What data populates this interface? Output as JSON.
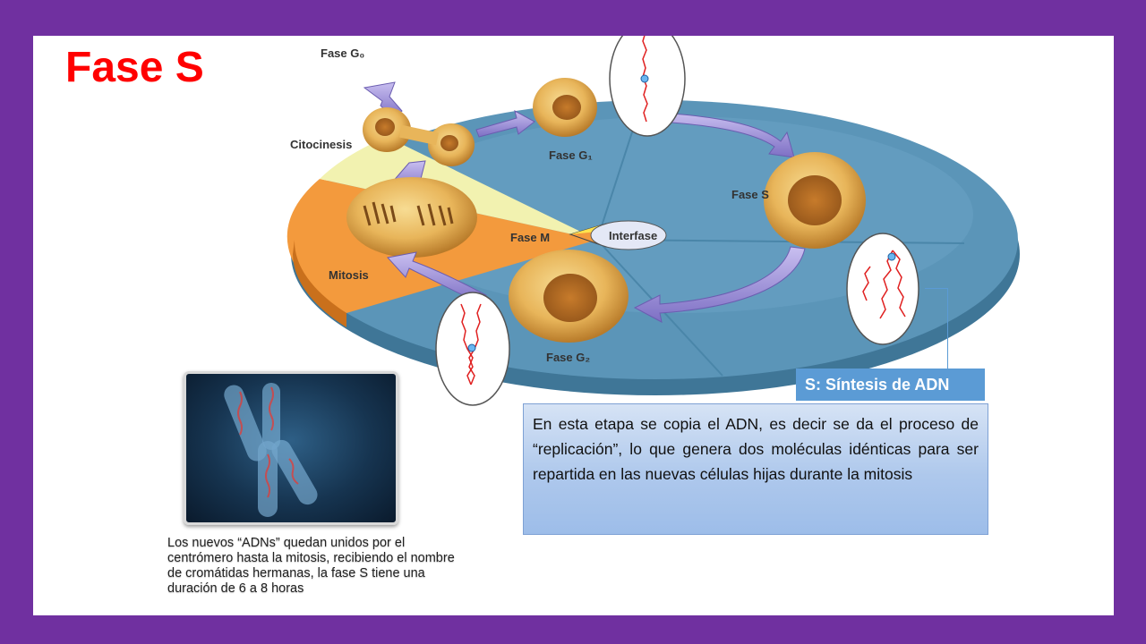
{
  "colors": {
    "frame": "#7030A0",
    "title": "#FF0000",
    "heading_box": "#5B9BD5",
    "text_box": "#9DC3E6",
    "disc": "#5B95B8",
    "mitosis_sector": "#F39A3D",
    "cytokinesis_sector": "#F2F2B0"
  },
  "slide": {
    "title": "Fase S"
  },
  "diagram": {
    "labels": {
      "g0": "Fase G₀",
      "g1": "Fase G₁",
      "s": "Fase S",
      "g2": "Fase G₂",
      "m": "Fase M",
      "interfase": "Interfase",
      "mitosis": "Mitosis",
      "citocinesis": "Citocinesis"
    }
  },
  "heading": "S: Síntesis de ADN",
  "description": "En esta etapa se copia el ADN, es decir se da el proceso de “replicación”, lo que genera dos moléculas idénticas para ser repartida en las nuevas células hijas durante la mitosis",
  "caption": "Los nuevos “ADNs” quedan unidos por el centrómero hasta la mitosis, recibiendo el nombre de cromátidas hermanas, la fase S tiene una duración de 6 a 8 horas"
}
